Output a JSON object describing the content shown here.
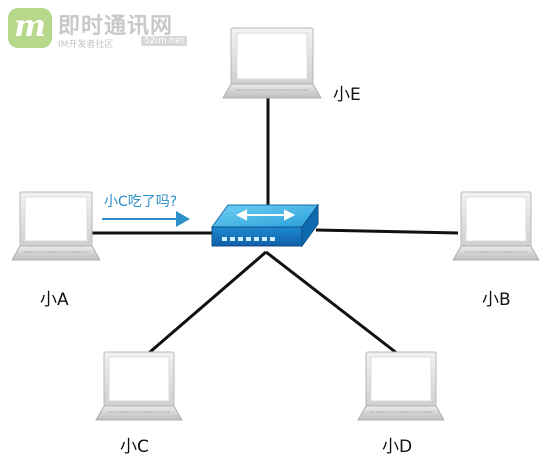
{
  "watermark": {
    "mark": "m",
    "title": "即时通讯网",
    "subtitle": "IM开发者社区",
    "domain": "52im.net"
  },
  "nodes": {
    "a": "小A",
    "b": "小B",
    "c": "小C",
    "d": "小D",
    "e": "小E"
  },
  "message": "小C吃了吗?",
  "colors": {
    "cable": "#111111",
    "switch_top": "#3fb6e8",
    "switch_front": "#1577c0",
    "message": "#2d8fc8",
    "laptop_frame": "#d0d0d0"
  }
}
